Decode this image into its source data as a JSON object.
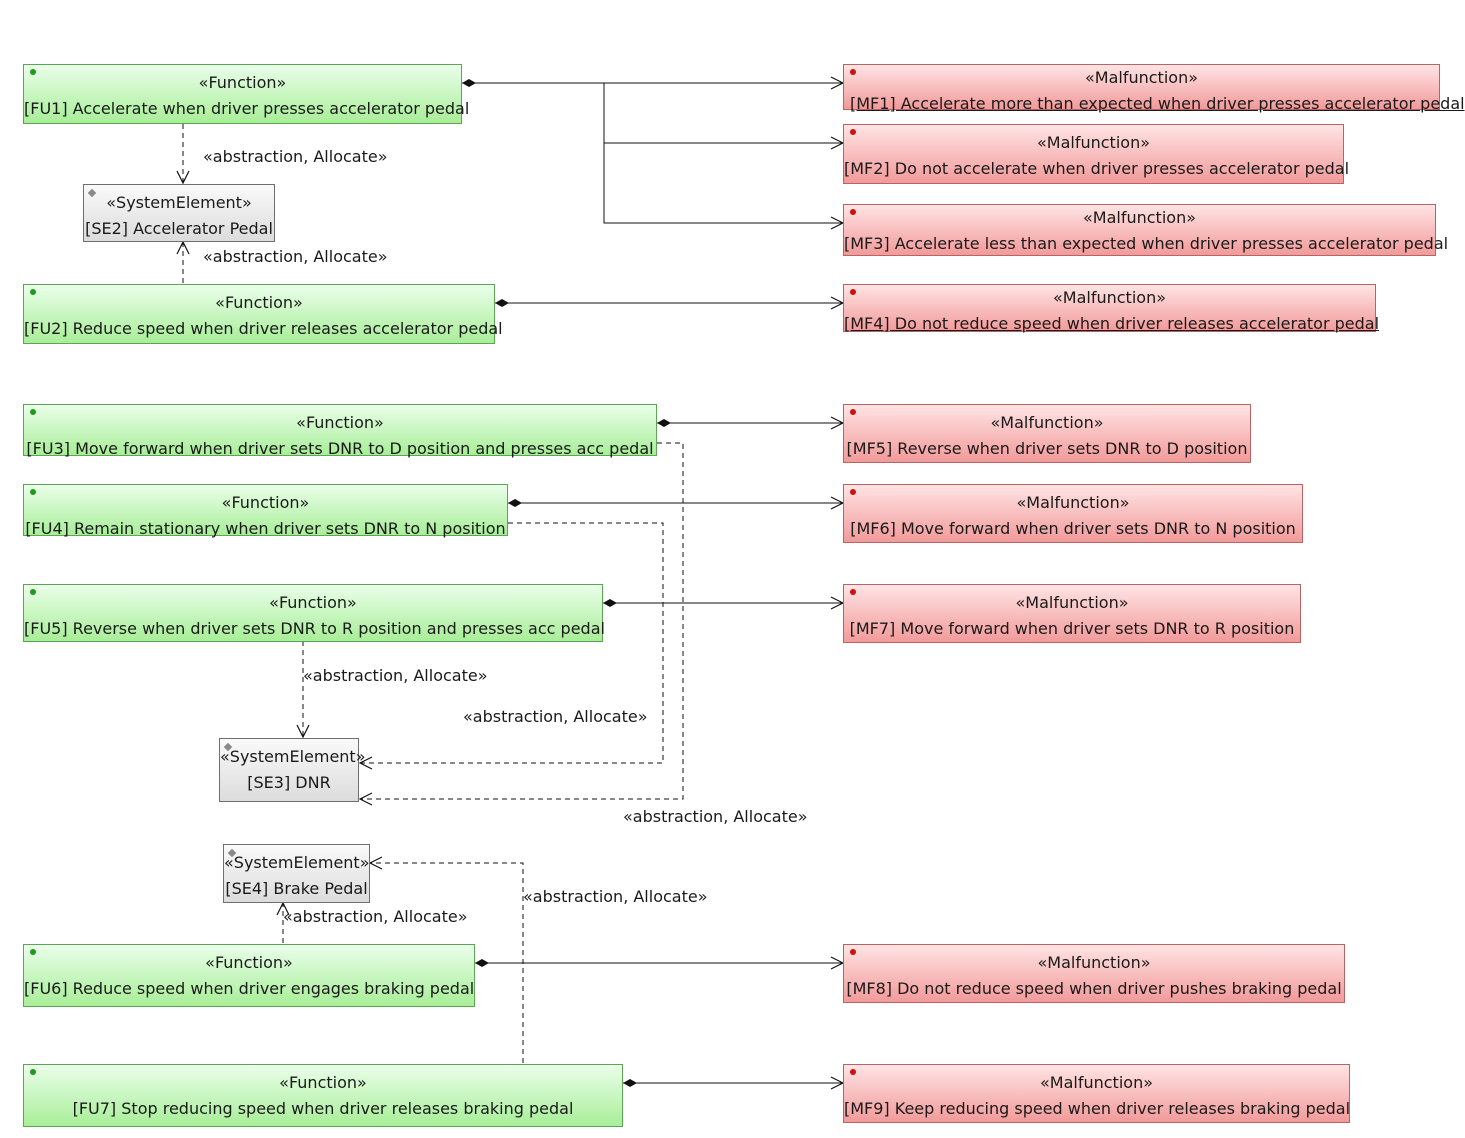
{
  "functions": [
    {
      "stereotype": "«Function»",
      "name": "[FU1] Accelerate when driver presses accelerator pedal"
    },
    {
      "stereotype": "«Function»",
      "name": "[FU2] Reduce speed when driver releases accelerator pedal"
    },
    {
      "stereotype": "«Function»",
      "name": "[FU3] Move forward when driver sets DNR to D position and presses acc pedal"
    },
    {
      "stereotype": "«Function»",
      "name": "[FU4] Remain stationary when driver sets DNR to N position"
    },
    {
      "stereotype": "«Function»",
      "name": "[FU5] Reverse when driver sets DNR to R position and presses acc pedal"
    },
    {
      "stereotype": "«Function»",
      "name": "[FU6] Reduce speed when driver engages braking pedal"
    },
    {
      "stereotype": "«Function»",
      "name": "[FU7] Stop reducing speed when driver releases braking pedal"
    }
  ],
  "malfunctions": [
    {
      "stereotype": "«Malfunction»",
      "name": "[MF1] Accelerate more than expected when driver presses accelerator pedal"
    },
    {
      "stereotype": "«Malfunction»",
      "name": "[MF2] Do not accelerate when driver presses accelerator pedal"
    },
    {
      "stereotype": "«Malfunction»",
      "name": "[MF3] Accelerate less than expected when driver presses accelerator pedal"
    },
    {
      "stereotype": "«Malfunction»",
      "name": "[MF4] Do not reduce speed when driver releases accelerator pedal"
    },
    {
      "stereotype": "«Malfunction»",
      "name": "[MF5] Reverse when driver sets DNR to D position"
    },
    {
      "stereotype": "«Malfunction»",
      "name": "[MF6] Move forward when driver sets DNR to N position"
    },
    {
      "stereotype": "«Malfunction»",
      "name": "[MF7] Move forward when driver sets DNR to R position"
    },
    {
      "stereotype": "«Malfunction»",
      "name": "[MF8] Do not reduce speed when driver pushes braking pedal"
    },
    {
      "stereotype": "«Malfunction»",
      "name": "[MF9] Keep reducing speed when driver releases braking pedal"
    }
  ],
  "system_elements": [
    {
      "stereotype": "«SystemElement»",
      "name": "[SE2] Accelerator Pedal"
    },
    {
      "stereotype": "«SystemElement»",
      "name": "[SE3] DNR"
    },
    {
      "stereotype": "«SystemElement»",
      "name": "[SE4] Brake Pedal"
    }
  ],
  "allocation_labels": [
    "«abstraction, Allocate»",
    "«abstraction, Allocate»",
    "«abstraction, Allocate»",
    "«abstraction, Allocate»",
    "«abstraction, Allocate»",
    "«abstraction, Allocate»",
    "«abstraction, Allocate»"
  ]
}
